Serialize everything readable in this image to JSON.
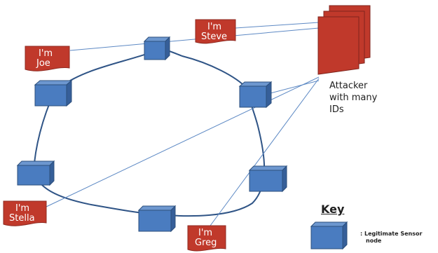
{
  "labels": {
    "steve": "I'm\nSteve",
    "joe": "I'm\nJoe",
    "stella": "I'm\nStella",
    "greg": "I'm\nGreg"
  },
  "attacker": {
    "label_lines": [
      "Attacker",
      "with many",
      "IDs"
    ]
  },
  "key": {
    "title": "Key",
    "description_lines": [
      ": Legitimate Sensor",
      "node"
    ]
  },
  "colors": {
    "node_blue": "#4a7cc0",
    "attacker_red": "#c0392b",
    "link_blue": "#5d89c4"
  }
}
